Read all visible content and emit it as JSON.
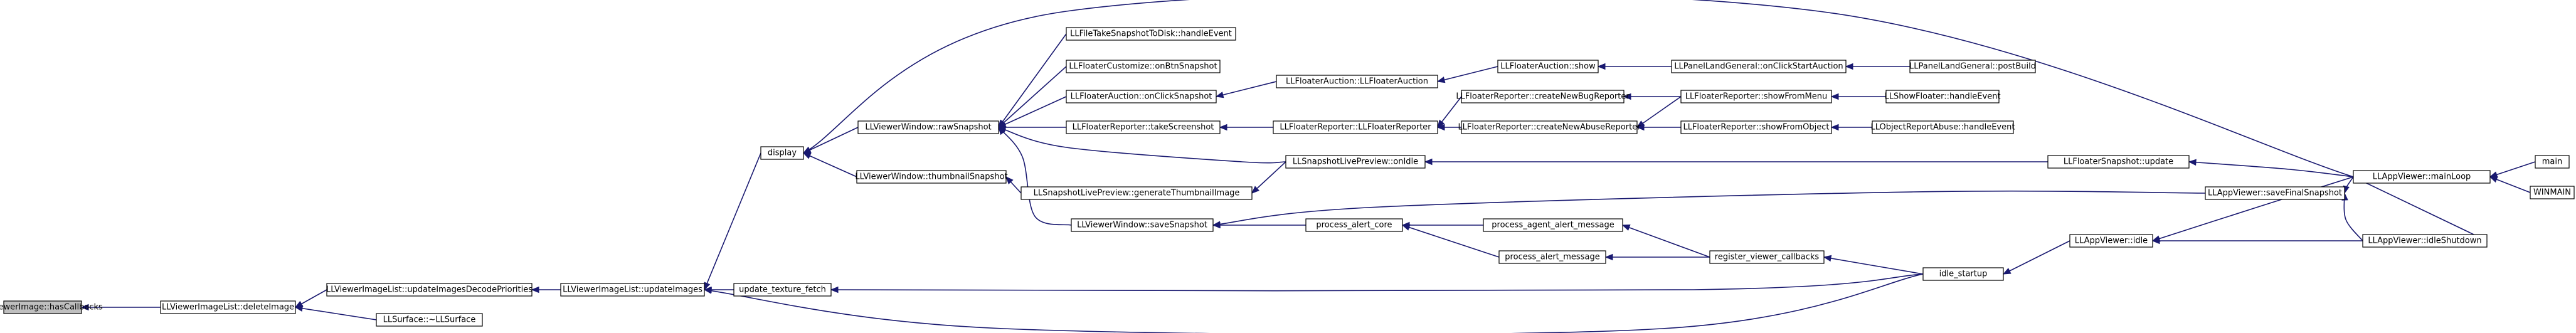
{
  "diagram": {
    "type": "call-graph",
    "nodes": [
      {
        "id": "has_callbacks",
        "label": "LLViewerImage::hasCallbacks",
        "highlight": true
      },
      {
        "id": "delete_image",
        "label": "LLViewerImageList::deleteImage"
      },
      {
        "id": "update_decode",
        "label": "LLViewerImageList::updateImagesDecodePriorities"
      },
      {
        "id": "llsurface_dtor",
        "label": "LLSurface::~LLSurface"
      },
      {
        "id": "update_images",
        "label": "LLViewerImageList::updateImages"
      },
      {
        "id": "display",
        "label": "display"
      },
      {
        "id": "update_texture_fetch",
        "label": "update_texture_fetch"
      },
      {
        "id": "raw_snapshot",
        "label": "LLViewerWindow::rawSnapshot"
      },
      {
        "id": "thumbnail_snapshot",
        "label": "LLViewerWindow::thumbnailSnapshot"
      },
      {
        "id": "file_take_snapshot",
        "label": "LLFileTakeSnapshotToDisk::handleEvent"
      },
      {
        "id": "customize_snapshot",
        "label": "LLFloaterCustomize::onBtnSnapshot"
      },
      {
        "id": "auction_on_click",
        "label": "LLFloaterAuction::onClickSnapshot"
      },
      {
        "id": "reporter_take_screenshot",
        "label": "LLFloaterReporter::takeScreenshot"
      },
      {
        "id": "snapshot_preview_onidle",
        "label": "LLSnapshotLivePreview::onIdle"
      },
      {
        "id": "generate_thumbnail",
        "label": "LLSnapshotLivePreview::generateThumbnailImage"
      },
      {
        "id": "save_snapshot",
        "label": "LLViewerWindow::saveSnapshot"
      },
      {
        "id": "floater_auction_ctor",
        "label": "LLFloaterAuction::LLFloaterAuction"
      },
      {
        "id": "floater_auction_show",
        "label": "LLFloaterAuction::show"
      },
      {
        "id": "panel_land_onclick",
        "label": "LLPanelLandGeneral::onClickStartAuction"
      },
      {
        "id": "panel_land_postbuild",
        "label": "LLPanelLandGeneral::postBuild"
      },
      {
        "id": "floater_reporter_ctor",
        "label": "LLFloaterReporter::LLFloaterReporter"
      },
      {
        "id": "create_new_bug",
        "label": "LLFloaterReporter::createNewBugReporter"
      },
      {
        "id": "create_new_abuse",
        "label": "LLFloaterReporter::createNewAbuseReporter"
      },
      {
        "id": "show_from_menu",
        "label": "LLFloaterReporter::showFromMenu"
      },
      {
        "id": "show_from_object",
        "label": "LLFloaterReporter::showFromObject"
      },
      {
        "id": "show_floater_handle",
        "label": "LLShowFloater::handleEvent"
      },
      {
        "id": "object_report_abuse",
        "label": "LLObjectReportAbuse::handleEvent"
      },
      {
        "id": "floater_snapshot_update",
        "label": "LLFloaterSnapshot::update"
      },
      {
        "id": "process_alert_core",
        "label": "process_alert_core"
      },
      {
        "id": "process_agent_alert",
        "label": "process_agent_alert_message"
      },
      {
        "id": "process_alert_message",
        "label": "process_alert_message"
      },
      {
        "id": "register_viewer_callbacks",
        "label": "register_viewer_callbacks"
      },
      {
        "id": "idle_startup",
        "label": "idle_startup"
      },
      {
        "id": "app_idle",
        "label": "LLAppViewer::idle"
      },
      {
        "id": "save_final_snapshot",
        "label": "LLAppViewer::saveFinalSnapshot"
      },
      {
        "id": "idle_shutdown",
        "label": "LLAppViewer::idleShutdown"
      },
      {
        "id": "main_loop",
        "label": "LLAppViewer::mainLoop"
      },
      {
        "id": "main",
        "label": "main"
      },
      {
        "id": "winmain",
        "label": "WINMAIN"
      }
    ],
    "edges": [
      {
        "from": "delete_image",
        "to": "has_callbacks"
      },
      {
        "from": "update_decode",
        "to": "delete_image"
      },
      {
        "from": "llsurface_dtor",
        "to": "delete_image"
      },
      {
        "from": "update_images",
        "to": "update_decode"
      },
      {
        "from": "display",
        "to": "update_images"
      },
      {
        "from": "update_texture_fetch",
        "to": "update_images"
      },
      {
        "from": "idle_startup",
        "to": "update_images"
      },
      {
        "from": "raw_snapshot",
        "to": "display"
      },
      {
        "from": "thumbnail_snapshot",
        "to": "display"
      },
      {
        "from": "main_loop",
        "to": "display"
      },
      {
        "from": "file_take_snapshot",
        "to": "raw_snapshot"
      },
      {
        "from": "customize_snapshot",
        "to": "raw_snapshot"
      },
      {
        "from": "auction_on_click",
        "to": "raw_snapshot"
      },
      {
        "from": "reporter_take_screenshot",
        "to": "raw_snapshot"
      },
      {
        "from": "snapshot_preview_onidle",
        "to": "raw_snapshot"
      },
      {
        "from": "save_snapshot",
        "to": "raw_snapshot"
      },
      {
        "from": "generate_thumbnail",
        "to": "thumbnail_snapshot"
      },
      {
        "from": "snapshot_preview_onidle",
        "to": "generate_thumbnail"
      },
      {
        "from": "floater_auction_ctor",
        "to": "auction_on_click"
      },
      {
        "from": "floater_auction_show",
        "to": "floater_auction_ctor"
      },
      {
        "from": "panel_land_onclick",
        "to": "floater_auction_show"
      },
      {
        "from": "panel_land_postbuild",
        "to": "panel_land_onclick"
      },
      {
        "from": "floater_reporter_ctor",
        "to": "reporter_take_screenshot"
      },
      {
        "from": "create_new_bug",
        "to": "floater_reporter_ctor"
      },
      {
        "from": "create_new_abuse",
        "to": "floater_reporter_ctor"
      },
      {
        "from": "show_from_menu",
        "to": "create_new_bug"
      },
      {
        "from": "show_from_menu",
        "to": "create_new_abuse"
      },
      {
        "from": "show_from_object",
        "to": "create_new_abuse"
      },
      {
        "from": "show_floater_handle",
        "to": "show_from_menu"
      },
      {
        "from": "object_report_abuse",
        "to": "show_from_object"
      },
      {
        "from": "floater_snapshot_update",
        "to": "snapshot_preview_onidle"
      },
      {
        "from": "main_loop",
        "to": "floater_snapshot_update"
      },
      {
        "from": "process_alert_core",
        "to": "save_snapshot"
      },
      {
        "from": "save_final_snapshot",
        "to": "save_snapshot"
      },
      {
        "from": "process_agent_alert",
        "to": "process_alert_core"
      },
      {
        "from": "process_alert_message",
        "to": "process_alert_core"
      },
      {
        "from": "register_viewer_callbacks",
        "to": "process_agent_alert"
      },
      {
        "from": "register_viewer_callbacks",
        "to": "process_alert_message"
      },
      {
        "from": "idle_startup",
        "to": "register_viewer_callbacks"
      },
      {
        "from": "idle_startup",
        "to": "update_texture_fetch"
      },
      {
        "from": "app_idle",
        "to": "idle_startup"
      },
      {
        "from": "main_loop",
        "to": "app_idle"
      },
      {
        "from": "idle_shutdown",
        "to": "app_idle"
      },
      {
        "from": "main_loop",
        "to": "save_final_snapshot"
      },
      {
        "from": "idle_shutdown",
        "to": "save_final_snapshot"
      },
      {
        "from": "main_loop",
        "to": "idle_shutdown"
      },
      {
        "from": "main",
        "to": "main_loop"
      },
      {
        "from": "winmain",
        "to": "main_loop"
      }
    ]
  },
  "colors": {
    "edge": "#191970",
    "node_border": "#000000",
    "node_fill": "#ffffff",
    "root_fill": "#bfbfbf"
  }
}
